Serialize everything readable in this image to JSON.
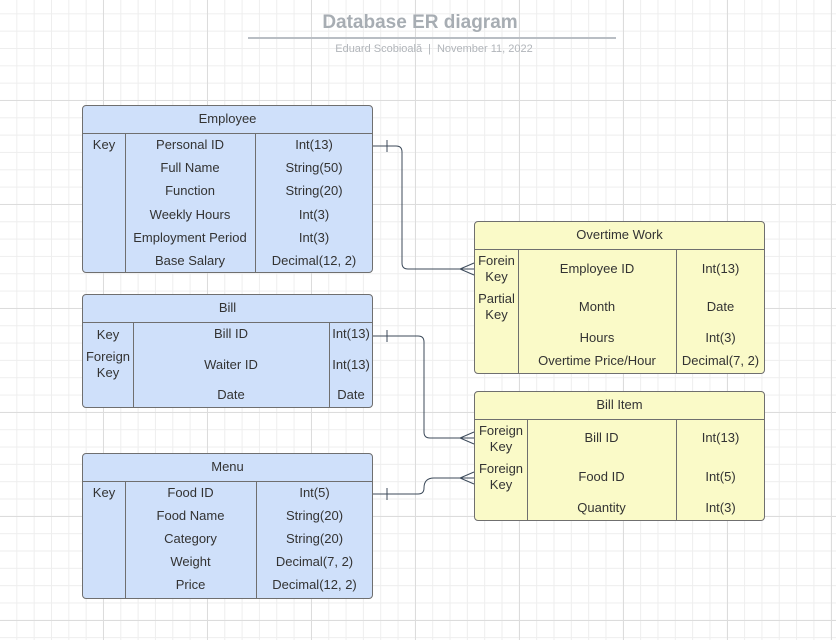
{
  "header": {
    "title": "Database ER diagram",
    "author": "Eduard Scobioală",
    "separator": "|",
    "date": "November 11, 2022"
  },
  "employee": {
    "title": "Employee",
    "key": "Key",
    "rows": [
      {
        "name": "Personal ID",
        "type": "Int(13)"
      },
      {
        "name": "Full Name",
        "type": "String(50)"
      },
      {
        "name": "Function",
        "type": "String(20)"
      },
      {
        "name": "Weekly Hours",
        "type": "Int(3)"
      },
      {
        "name": "Employment Period",
        "type": "Int(3)"
      },
      {
        "name": "Base Salary",
        "type": "Decimal(12, 2)"
      }
    ]
  },
  "bill": {
    "title": "Bill",
    "key": "Key",
    "foreign_key": "Foreign\nKey",
    "rows": [
      {
        "name": "Bill ID",
        "type": "Int(13)"
      },
      {
        "name": "Waiter ID",
        "type": "Int(13)"
      },
      {
        "name": "Date",
        "type": "Date"
      }
    ]
  },
  "menu": {
    "title": "Menu",
    "key": "Key",
    "rows": [
      {
        "name": "Food ID",
        "type": "Int(5)"
      },
      {
        "name": "Food Name",
        "type": "String(20)"
      },
      {
        "name": "Category",
        "type": "String(20)"
      },
      {
        "name": "Weight",
        "type": "Decimal(7, 2)"
      },
      {
        "name": "Price",
        "type": "Decimal(12, 2)"
      }
    ]
  },
  "overtime": {
    "title": "Overtime Work",
    "foreign_key": "Forein\nKey",
    "partial_key": "Partial\nKey",
    "rows": [
      {
        "name": "Employee ID",
        "type": "Int(13)"
      },
      {
        "name": "Month",
        "type": "Date"
      },
      {
        "name": "Hours",
        "type": "Int(3)"
      },
      {
        "name": "Overtime Price/Hour",
        "type": "Decimal(7, 2)"
      }
    ]
  },
  "billitem": {
    "title": "Bill Item",
    "foreign_key_1": "Foreign\nKey",
    "foreign_key_2": "Foreign\nKey",
    "rows": [
      {
        "name": "Bill ID",
        "type": "Int(13)"
      },
      {
        "name": "Food ID",
        "type": "Int(5)"
      },
      {
        "name": "Quantity",
        "type": "Int(3)"
      }
    ]
  }
}
